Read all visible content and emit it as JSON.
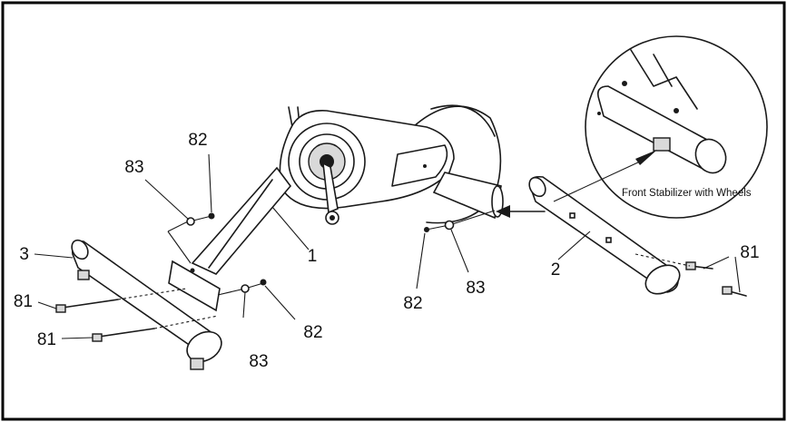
{
  "diagram": {
    "callout_caption": "Front Stabilizer with Wheels",
    "labels": {
      "part_1": "1",
      "part_2": "2",
      "part_3": "3",
      "bolt_81_left_top": "81",
      "bolt_81_left_bottom": "81",
      "bolt_81_right": "81",
      "washer_82_top": "82",
      "washer_82_middle": "82",
      "washer_82_bottom": "82",
      "washer_83_top": "83",
      "washer_83_middle": "83",
      "washer_83_bottom": "83"
    }
  }
}
